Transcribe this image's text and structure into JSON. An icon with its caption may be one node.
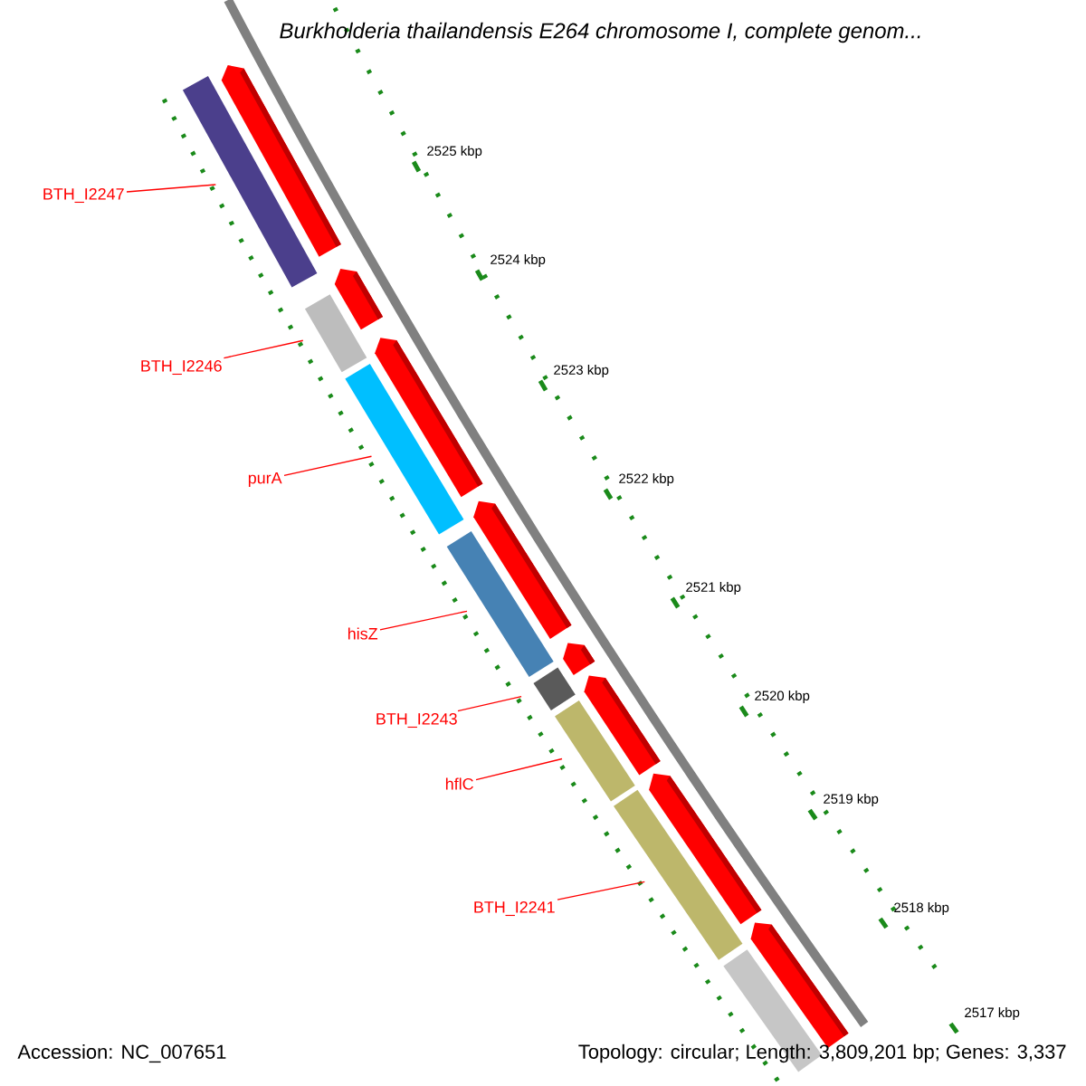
{
  "diagram": {
    "title": "Burkholderia thailandensis E264 chromosome I, complete genom...",
    "nodes": [
      {
        "text": [
          "BTH_I2247"
        ]
      },
      {
        "text": [
          "BTH_I2246"
        ]
      },
      {
        "text": [
          "purA"
        ]
      },
      {
        "text": [
          "hisZ"
        ]
      },
      {
        "text": [
          "BTH_I2243"
        ]
      },
      {
        "text": [
          "hflC"
        ]
      },
      {
        "text": [
          "BTH_I2241"
        ]
      },
      {
        "text": [],
        "shape": "bar"
      },
      {
        "text": [],
        "shape": "bar"
      },
      {
        "text": [],
        "shape": "bar"
      },
      {
        "text": [],
        "shape": "bar"
      },
      {
        "text": [],
        "shape": "bar"
      },
      {
        "text": [],
        "shape": "bar"
      },
      {
        "text": [],
        "shape": "bar"
      }
    ],
    "edges": [
      {
        "from": 0,
        "to": 7,
        "arrow": "none"
      },
      {
        "from": 1,
        "to": 8,
        "arrow": "none"
      },
      {
        "from": 2,
        "to": 9,
        "arrow": "none"
      },
      {
        "from": 3,
        "to": 10,
        "arrow": "none"
      },
      {
        "from": 4,
        "to": 11,
        "arrow": "none"
      },
      {
        "from": 5,
        "to": 12,
        "arrow": "none"
      },
      {
        "from": 6,
        "to": 13,
        "arrow": "none"
      }
    ],
    "labels": [
      "2525 kbp",
      "2524 kbp",
      "2523 kbp",
      "2522 kbp",
      "2521 kbp",
      "2520 kbp",
      "2519 kbp",
      "2518 kbp",
      "2517 kbp",
      "Accession: NC_007651",
      "Topology: circular; Length: 3,809,201 bp; Genes: 3,337"
    ]
  }
}
